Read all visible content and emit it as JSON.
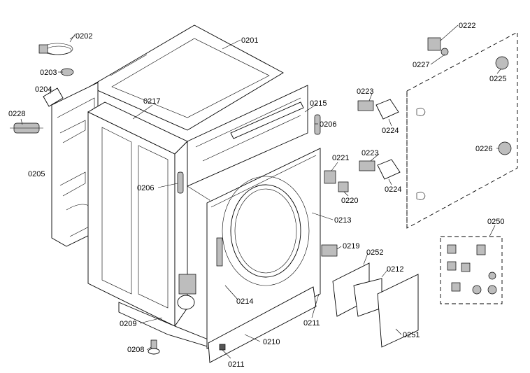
{
  "parts": [
    {
      "id": "p0201",
      "label": "0201"
    },
    {
      "id": "p0202",
      "label": "0202"
    },
    {
      "id": "p0203",
      "label": "0203"
    },
    {
      "id": "p0204",
      "label": "0204"
    },
    {
      "id": "p0228",
      "label": "0228"
    },
    {
      "id": "p0217",
      "label": "0217"
    },
    {
      "id": "p0205",
      "label": "0205"
    },
    {
      "id": "p0206a",
      "label": "0206"
    },
    {
      "id": "p0206b",
      "label": "0206"
    },
    {
      "id": "p0215",
      "label": "0215"
    },
    {
      "id": "p0222",
      "label": "0222"
    },
    {
      "id": "p0227",
      "label": "0227"
    },
    {
      "id": "p0225",
      "label": "0225"
    },
    {
      "id": "p0223a",
      "label": "0223"
    },
    {
      "id": "p0224a",
      "label": "0224"
    },
    {
      "id": "p0221",
      "label": "0221"
    },
    {
      "id": "p0223b",
      "label": "0223"
    },
    {
      "id": "p0226",
      "label": "0226"
    },
    {
      "id": "p0220",
      "label": "0220"
    },
    {
      "id": "p0224b",
      "label": "0224"
    },
    {
      "id": "p0213",
      "label": "0213"
    },
    {
      "id": "p0250",
      "label": "0250"
    },
    {
      "id": "p0219",
      "label": "0219"
    },
    {
      "id": "p0252",
      "label": "0252"
    },
    {
      "id": "p0212",
      "label": "0212"
    },
    {
      "id": "p0214",
      "label": "0214"
    },
    {
      "id": "p0209",
      "label": "0209"
    },
    {
      "id": "p0211a",
      "label": "0211"
    },
    {
      "id": "p0251",
      "label": "0251"
    },
    {
      "id": "p0210",
      "label": "0210"
    },
    {
      "id": "p0208",
      "label": "0208"
    },
    {
      "id": "p0211b",
      "label": "0211"
    }
  ]
}
